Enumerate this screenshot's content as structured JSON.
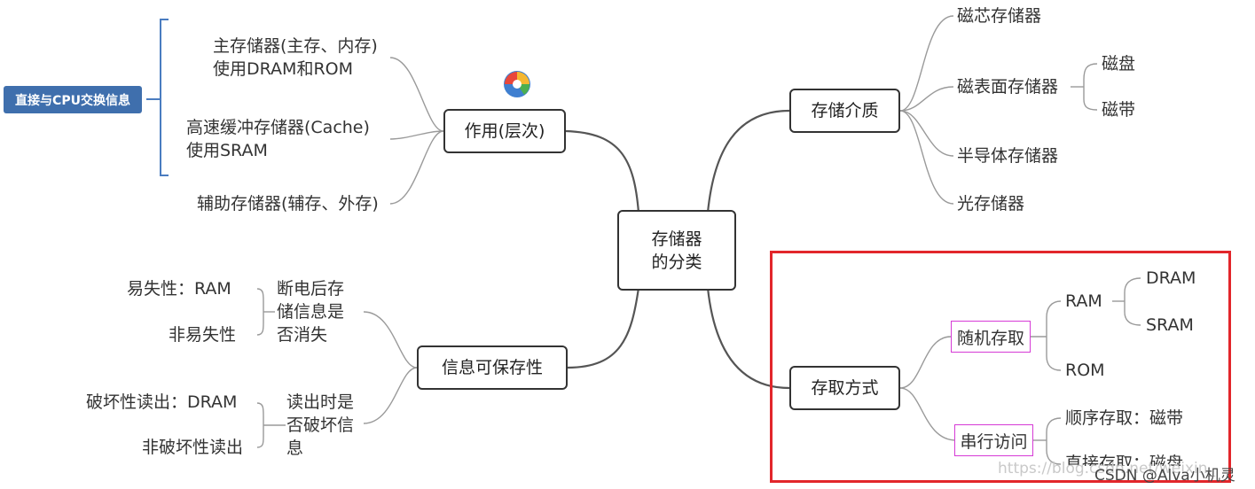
{
  "center": {
    "line1": "存储器",
    "line2": "的分类"
  },
  "branches": {
    "zuoyong": {
      "label": "作用(层次)",
      "badge": "直接与CPU交换信息",
      "main_mem": {
        "line1": "主存储器(主存、内存)",
        "line2": "使用DRAM和ROM"
      },
      "cache": {
        "line1": "高速缓冲存储器(Cache)",
        "line2": "使用SRAM"
      },
      "aux": "辅助存储器(辅存、外存)"
    },
    "jiezhi": {
      "label": "存储介质",
      "items": [
        "磁芯存储器",
        "磁表面存储器",
        "半导体存储器",
        "光存储器"
      ],
      "surface_children": [
        "磁盘",
        "磁带"
      ]
    },
    "baocun": {
      "label": "信息可保存性",
      "group1": {
        "desc": [
          "断电后存",
          "储信息是",
          "否消失"
        ],
        "items": [
          "易失性：RAM",
          "非易失性"
        ]
      },
      "group2": {
        "desc": [
          "读出时是",
          "否破坏信",
          "息"
        ],
        "items": [
          "破坏性读出：DRAM",
          "非破坏性读出"
        ]
      }
    },
    "cunqu": {
      "label": "存取方式",
      "random": {
        "label": "随机存取",
        "ram": "RAM",
        "ram_children": [
          "DRAM",
          "SRAM"
        ],
        "rom": "ROM"
      },
      "serial": {
        "label": "串行访问",
        "items": [
          "顺序存取：磁带",
          "直接存取：磁盘"
        ]
      }
    }
  },
  "watermark": "https://blog.csdn.net/weixin_",
  "credit": "CSDN @Alva小机灵",
  "colors": {
    "line": "#555555",
    "highlight": "#e2262b",
    "badge": "#3f6fad",
    "bracket": "#4a7cc0",
    "pink_box": "#d63ad6"
  }
}
